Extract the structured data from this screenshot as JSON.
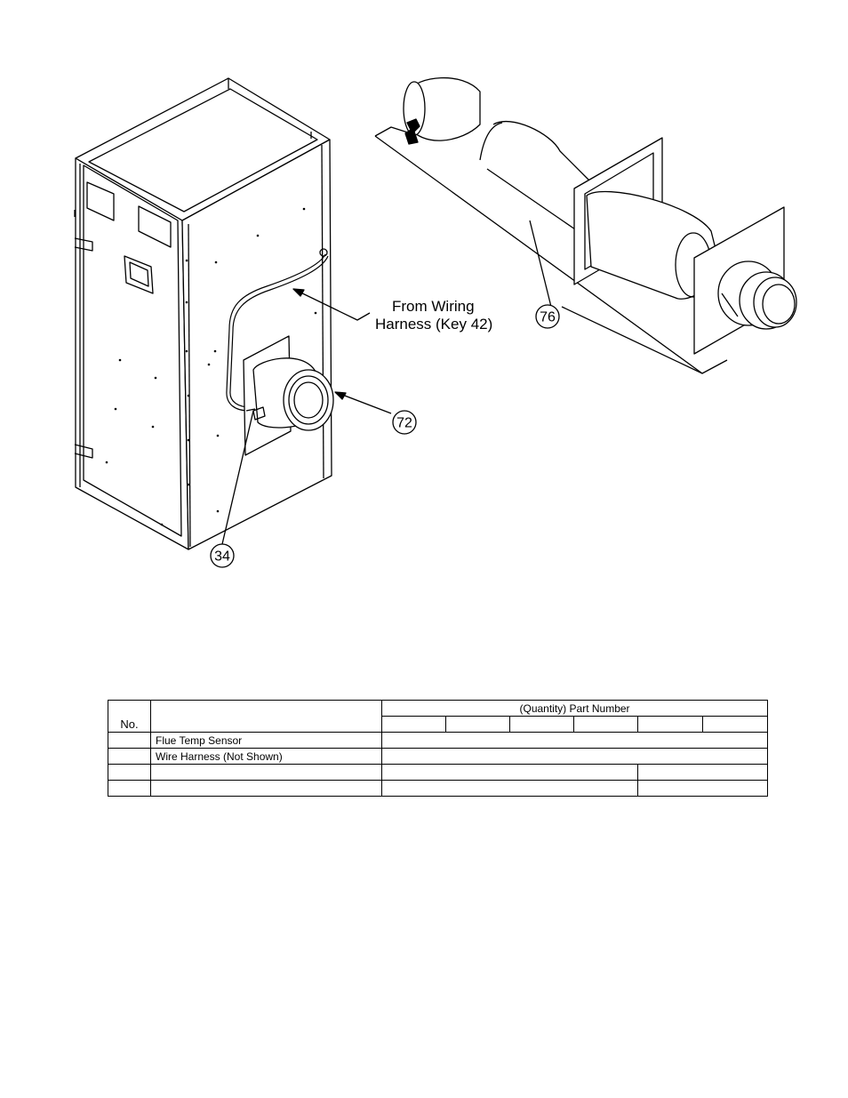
{
  "drawing": {
    "callout_wiring_line1": "From Wiring",
    "callout_wiring_line2": "Harness (Key 42)",
    "keys": {
      "k34": "34",
      "k72": "72",
      "k76": "76"
    }
  },
  "table": {
    "no_header": "No.",
    "description_header": "",
    "part_number_header": "(Quantity) Part Number",
    "sub_headers": [
      "",
      "",
      "",
      "",
      "",
      ""
    ],
    "rows": [
      {
        "no": "",
        "description": "Flue Temp Sensor",
        "part": ""
      },
      {
        "no": "",
        "description": "Wire Harness (Not Shown)",
        "part": ""
      },
      {
        "no": "",
        "description": "",
        "part_a": "",
        "part_b": ""
      },
      {
        "no": "",
        "description": "",
        "part_a": "",
        "part_b": ""
      }
    ]
  }
}
